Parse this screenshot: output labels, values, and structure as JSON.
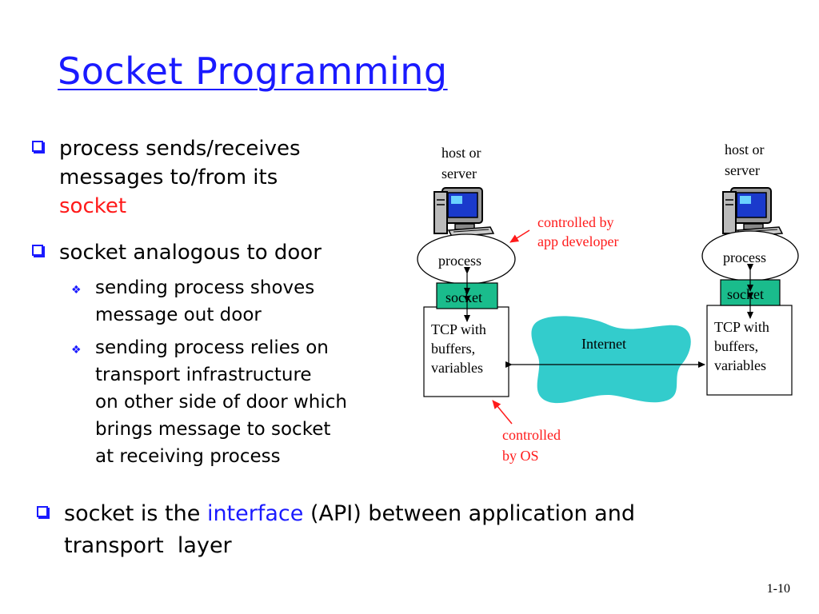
{
  "title": "Socket Programming",
  "bullets": {
    "b1_line1": "process sends/receives",
    "b1_line2": "messages to/from its",
    "b1_line3": "socket",
    "b2": "socket analogous to door",
    "s1_line1": "sending process shoves",
    "s1_line2": "message out door",
    "s2_line1": "sending process relies on",
    "s2_line2": "transport infrastructure",
    "s2_line3": "on other side of door which",
    "s2_line4": "brings message to socket",
    "s2_line5": "at receiving process",
    "b3_pre": "socket is the ",
    "b3_em": "interface",
    "b3_post": " (API) between application and",
    "b3_line2": "transport  layer"
  },
  "diagram": {
    "left_host_l1": "host or",
    "left_host_l2": "server",
    "right_host_l1": "host or",
    "right_host_l2": "server",
    "process": "process",
    "socket": "socket",
    "tcp_l1": "TCP with",
    "tcp_l2": "buffers,",
    "tcp_l3": "variables",
    "internet": "Internet",
    "ctrl_app_l1": "controlled by",
    "ctrl_app_l2": "app developer",
    "ctrl_os_l1": "controlled",
    "ctrl_os_l2": "by OS"
  },
  "colors": {
    "title": "#1a1aff",
    "accent_red": "#ff1a1a",
    "socket_fill": "#1abc8c",
    "internet_fill": "#33cccc"
  },
  "slide_number": "1-10"
}
